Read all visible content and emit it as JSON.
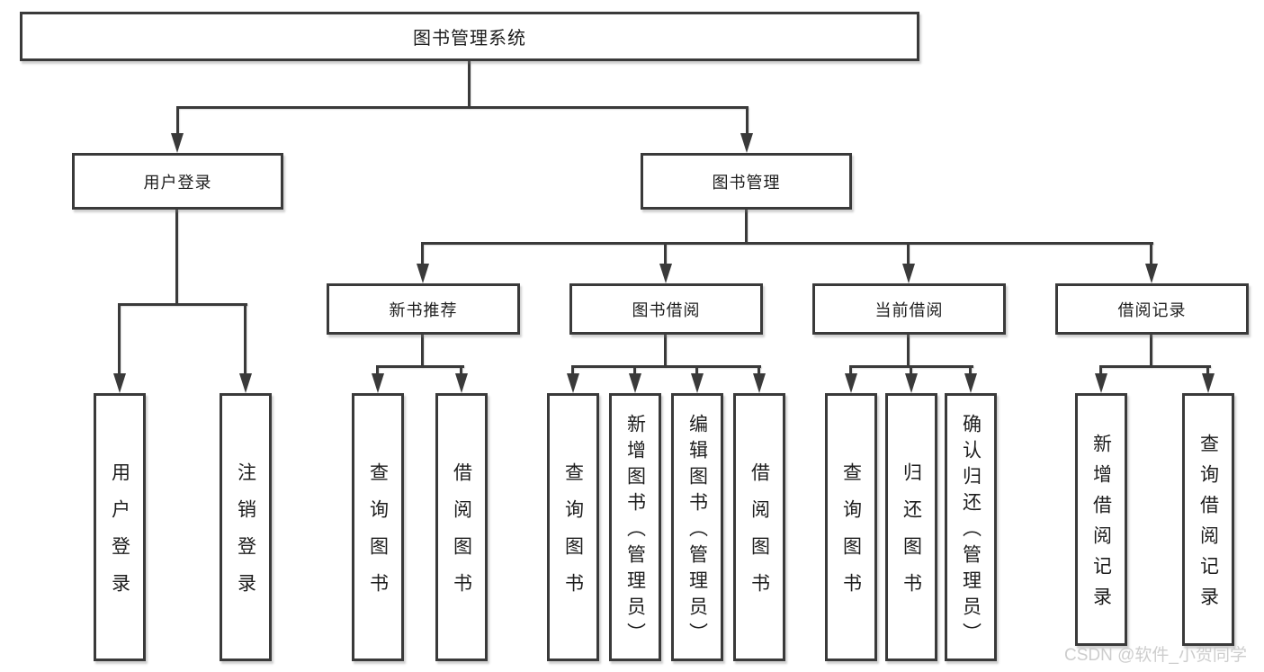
{
  "title": {
    "label": "图书管理系统"
  },
  "user_login_branch": {
    "label": "用户登录",
    "children": [
      {
        "label": "用户登录"
      },
      {
        "label": "注销登录"
      }
    ]
  },
  "book_mgmt_branch": {
    "label": "图书管理",
    "sections": [
      {
        "label": "新书推荐",
        "children": [
          {
            "label": "查询图书"
          },
          {
            "label": "借阅图书"
          }
        ]
      },
      {
        "label": "图书借阅",
        "children": [
          {
            "label": "查询图书"
          },
          {
            "label": "新增图书（管理员）"
          },
          {
            "label": "编辑图书（管理员）"
          },
          {
            "label": "借阅图书"
          }
        ]
      },
      {
        "label": "当前借阅",
        "children": [
          {
            "label": "查询图书"
          },
          {
            "label": "归还图书"
          },
          {
            "label": "确认归还（管理员）"
          }
        ]
      },
      {
        "label": "借阅记录",
        "children": [
          {
            "label": "新增借阅记录"
          },
          {
            "label": "查询借阅记录"
          }
        ]
      }
    ]
  },
  "watermark": {
    "text": "CSDN @软件_小贺同学",
    "color": "#c9c9c9"
  },
  "colors": {
    "line": "#3a3a3a",
    "text": "#1d1d1d",
    "background": "#ffffff",
    "box_fill": "#ffffff"
  }
}
